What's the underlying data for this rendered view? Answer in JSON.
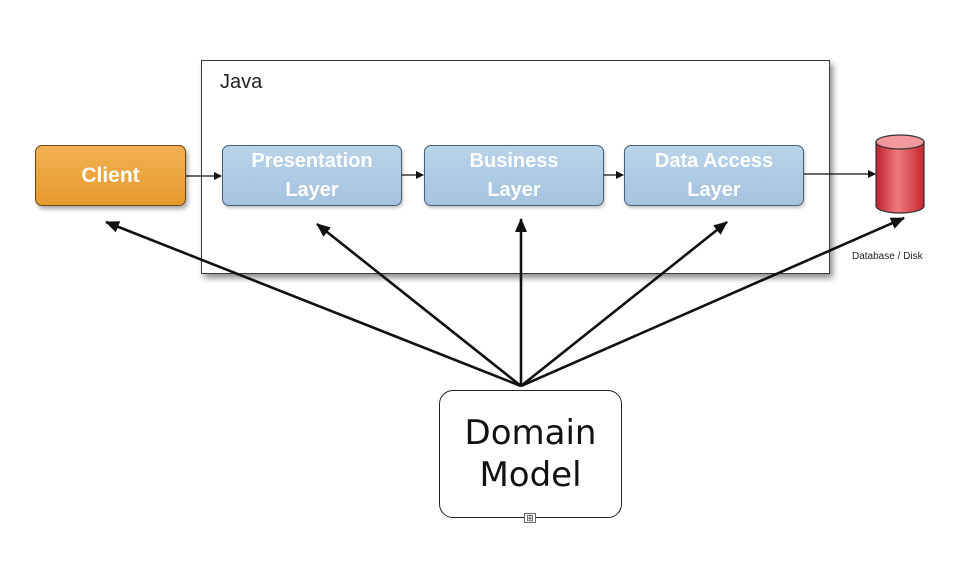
{
  "container": {
    "label": "Java"
  },
  "nodes": {
    "client": "Client",
    "presentation": "Presentation\nLayer",
    "business": "Business\nLayer",
    "data_access": "Data Access\nLayer",
    "database": "Database / Disk",
    "domain_model": "Domain\nModel"
  },
  "colors": {
    "client_fill": "#e9a23b",
    "layer_fill": "#a9c6e2",
    "database_fill": "#e8505a"
  },
  "icons": {
    "database": "cylinder-database-icon",
    "handle": "connection-handle-icon"
  }
}
